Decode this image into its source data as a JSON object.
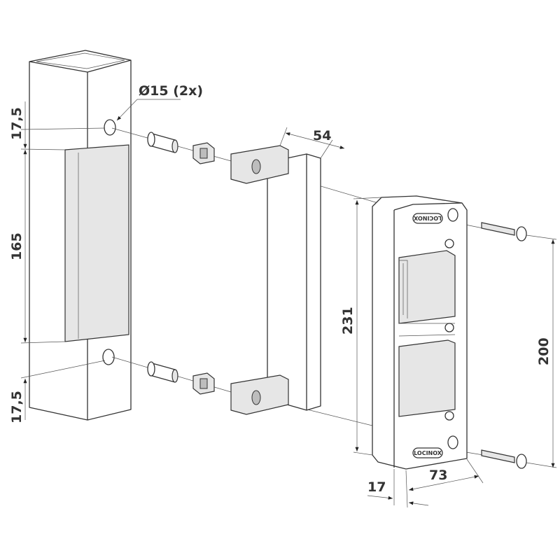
{
  "dimensions": {
    "hole_callout": "Ø15 (2x)",
    "top_offset": "17,5",
    "slot_height": "165",
    "bottom_offset": "17,5",
    "bracket_depth": "54",
    "lock_height": "231",
    "screw_spacing": "200",
    "lock_depth": "17",
    "lock_width": "73"
  },
  "branding": {
    "top_logo": "LOCINOX",
    "bottom_logo": "LOCINOX"
  }
}
